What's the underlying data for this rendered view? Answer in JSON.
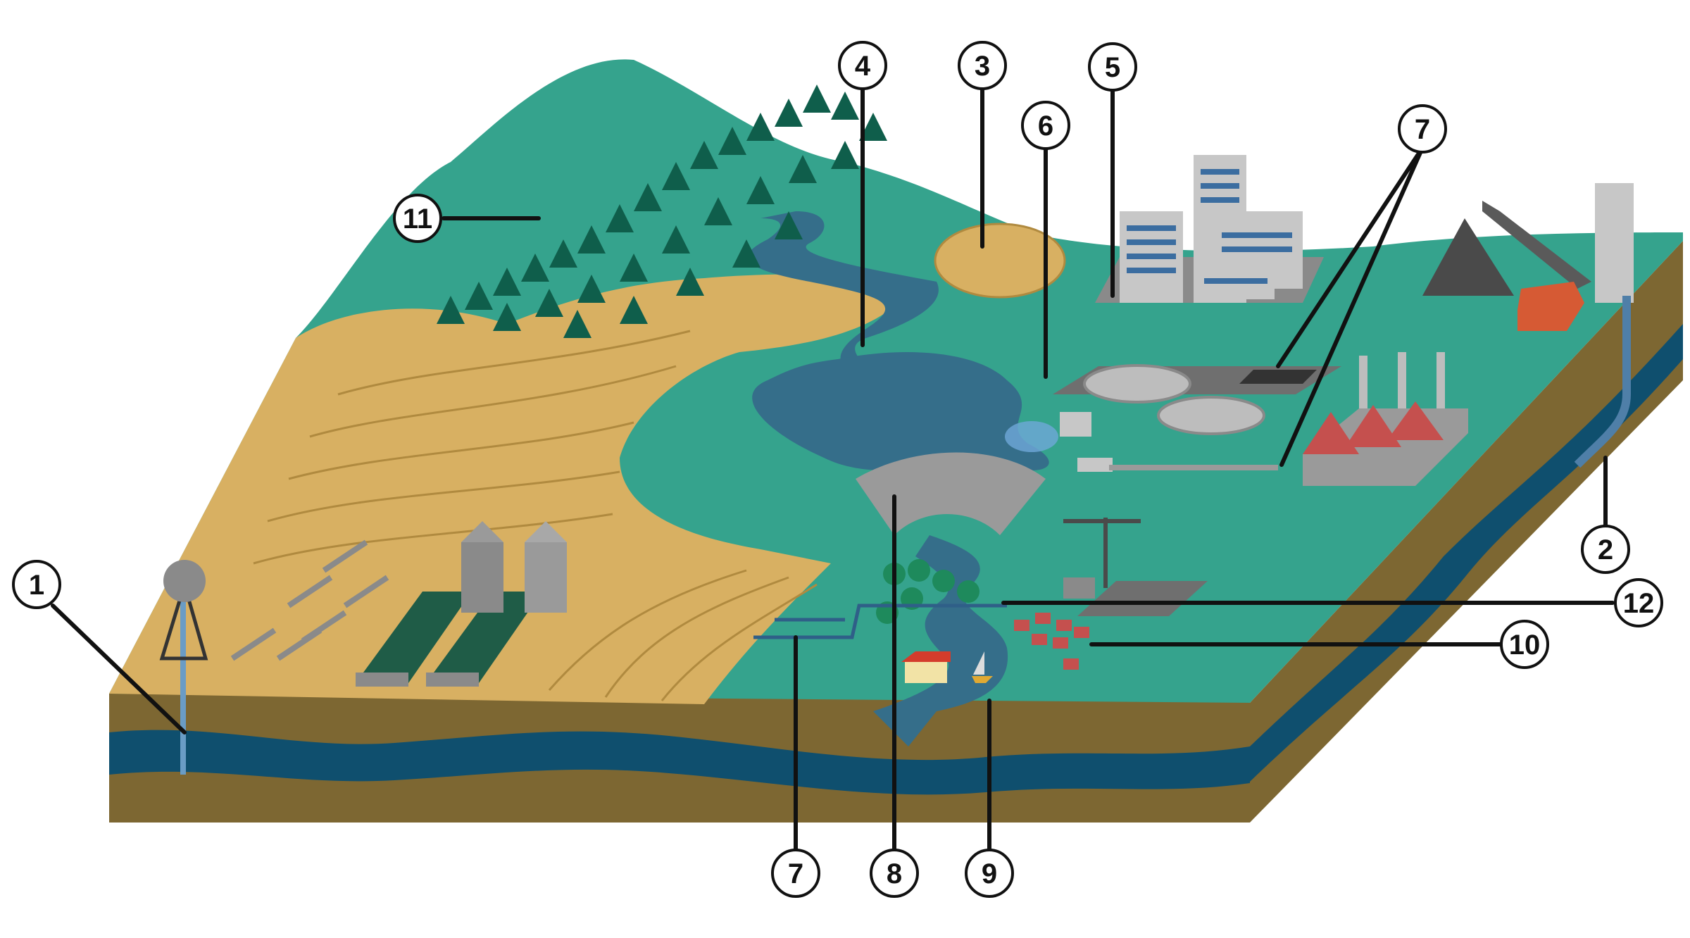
{
  "diagram": {
    "callouts": [
      {
        "id": "c1",
        "label": "1"
      },
      {
        "id": "c2",
        "label": "2"
      },
      {
        "id": "c3",
        "label": "3"
      },
      {
        "id": "c4",
        "label": "4"
      },
      {
        "id": "c5",
        "label": "5"
      },
      {
        "id": "c6",
        "label": "6"
      },
      {
        "id": "c7a",
        "label": "7"
      },
      {
        "id": "c7b",
        "label": "7"
      },
      {
        "id": "c8",
        "label": "8"
      },
      {
        "id": "c9",
        "label": "9"
      },
      {
        "id": "c10",
        "label": "10"
      },
      {
        "id": "c11",
        "label": "11"
      },
      {
        "id": "c12",
        "label": "12"
      }
    ]
  },
  "colors": {
    "grass": "#35a38d",
    "field": "#d8b062",
    "water": "#356e8a",
    "aquifer": "#0f4f6e",
    "soil": "#7d6732",
    "forest": "#0f5e4b",
    "building_gray": "#b8b8b8",
    "roof_red": "#c5504e"
  }
}
